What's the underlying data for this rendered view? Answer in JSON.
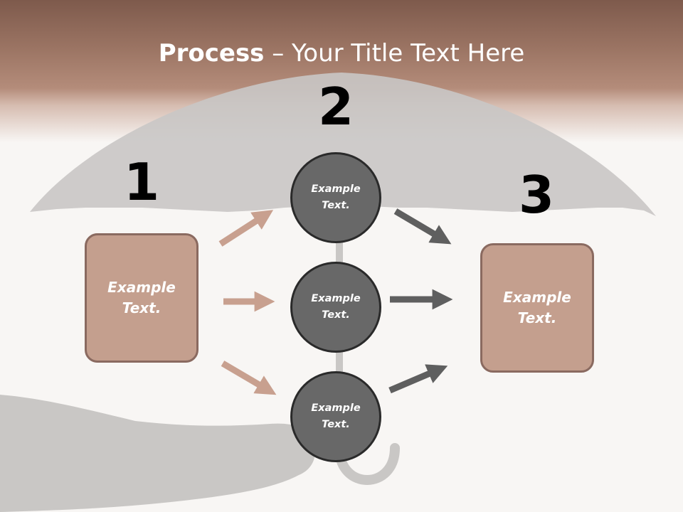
{
  "slide": {
    "title_bold": "Process",
    "title_rest": " – Your Title Text Here"
  },
  "steps": [
    {
      "number": "1",
      "label": "Example Text."
    },
    {
      "number": "2",
      "label": ""
    },
    {
      "number": "3",
      "label": "Example Text."
    }
  ],
  "circles": [
    {
      "label": "Example Text."
    },
    {
      "label": "Example Text."
    },
    {
      "label": "Example Text."
    }
  ],
  "colors": {
    "banner": "#9c7564",
    "box_fill": "#c49f8e",
    "box_border": "#8a6a60",
    "circle_fill": "#686868",
    "circle_border": "#2a2a2a",
    "arrow_left": "#c8a08f",
    "arrow_right": "#5f5f5f",
    "umbrella": "#c9c7c5"
  }
}
